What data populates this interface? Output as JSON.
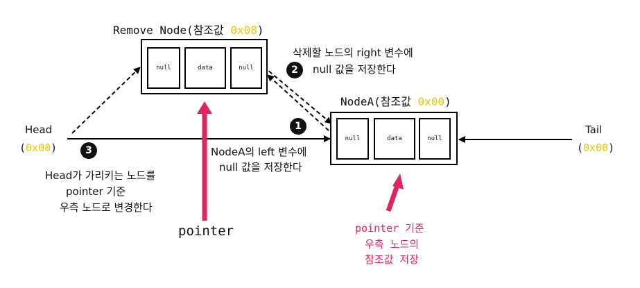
{
  "remove_node": {
    "title_prefix": "Remove Node(참조값 ",
    "title_hex": "0x08",
    "title_suffix": ")",
    "cells": [
      "null",
      "data",
      "null"
    ]
  },
  "node_a": {
    "title_prefix": "NodeA(참조값 ",
    "title_hex": "0x00",
    "title_suffix": ")",
    "cells": [
      "null",
      "data",
      "null"
    ]
  },
  "head": {
    "label": "Head",
    "open": "(",
    "hex": "0x00",
    "close": ")"
  },
  "tail": {
    "label": "Tail",
    "open": "(",
    "hex": "0x00",
    "close": ")"
  },
  "steps": {
    "step1": {
      "number": "1",
      "lines": [
        "NodeA의 left 변수에",
        "null 값을 저장한다"
      ]
    },
    "step2": {
      "number": "2",
      "lines": [
        "삭제할 노드의 right 변수에",
        "null 값을 저장한다"
      ]
    },
    "step3": {
      "number": "3",
      "lines": [
        "Head가 가리키는 노드를",
        "pointer 기준",
        "우측 노드로 변경한다"
      ]
    }
  },
  "pointer_label": "pointer",
  "pointer_note": [
    "pointer 기준",
    "우측 노드의",
    "참조값 저장"
  ],
  "colors": {
    "hex": "#f2c200",
    "pointer_arrow": "#e0245e",
    "line": "#000000"
  }
}
